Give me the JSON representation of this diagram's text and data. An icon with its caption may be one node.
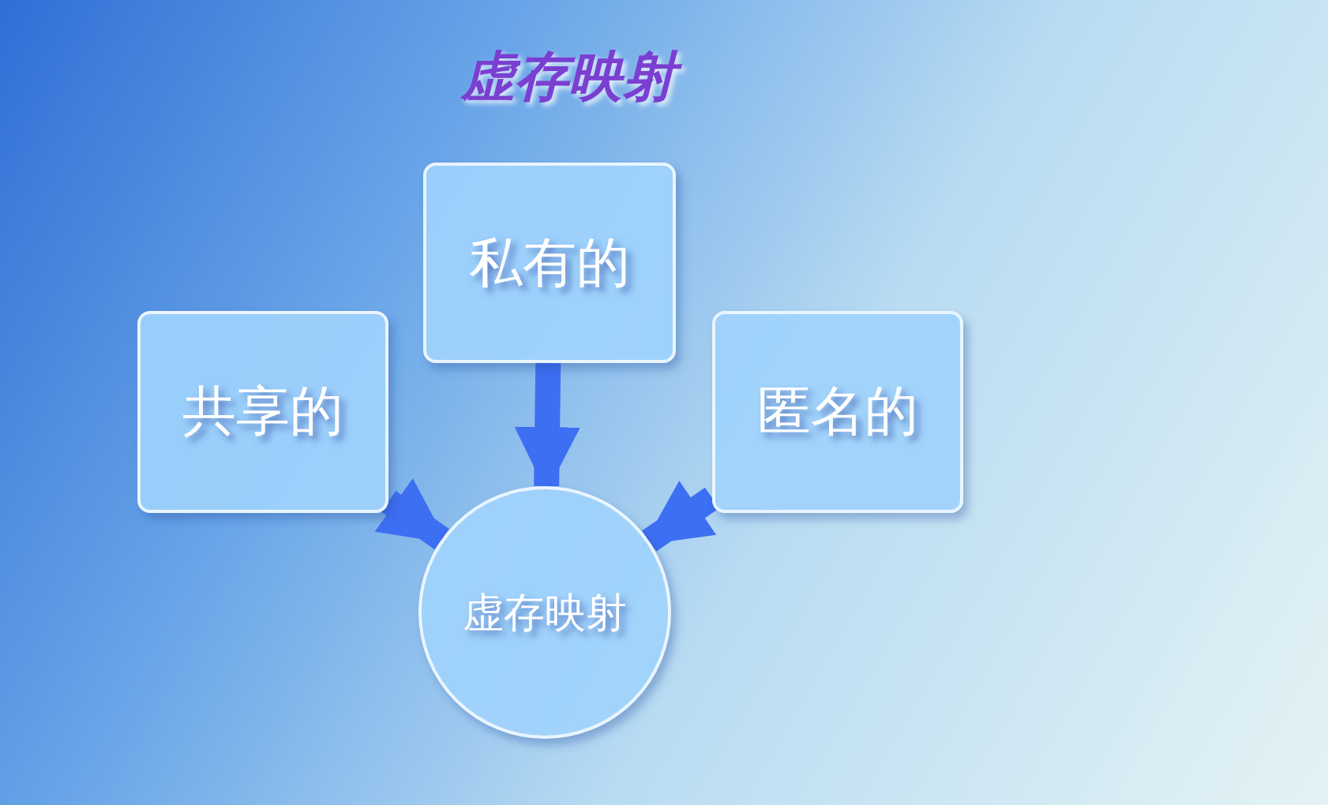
{
  "diagram": {
    "title": "虚存映射",
    "nodes": [
      {
        "text": [
          "私有的"
        ]
      },
      {
        "text": [
          "共享的"
        ]
      },
      {
        "text": [
          "匿名的"
        ]
      },
      {
        "text": [
          "虚存映射"
        ]
      }
    ],
    "edges": [
      {
        "from": 0,
        "to": 3,
        "arrow": "to"
      },
      {
        "from": 1,
        "to": 3,
        "arrow": "to"
      },
      {
        "from": 2,
        "to": 3,
        "arrow": "to"
      }
    ]
  }
}
